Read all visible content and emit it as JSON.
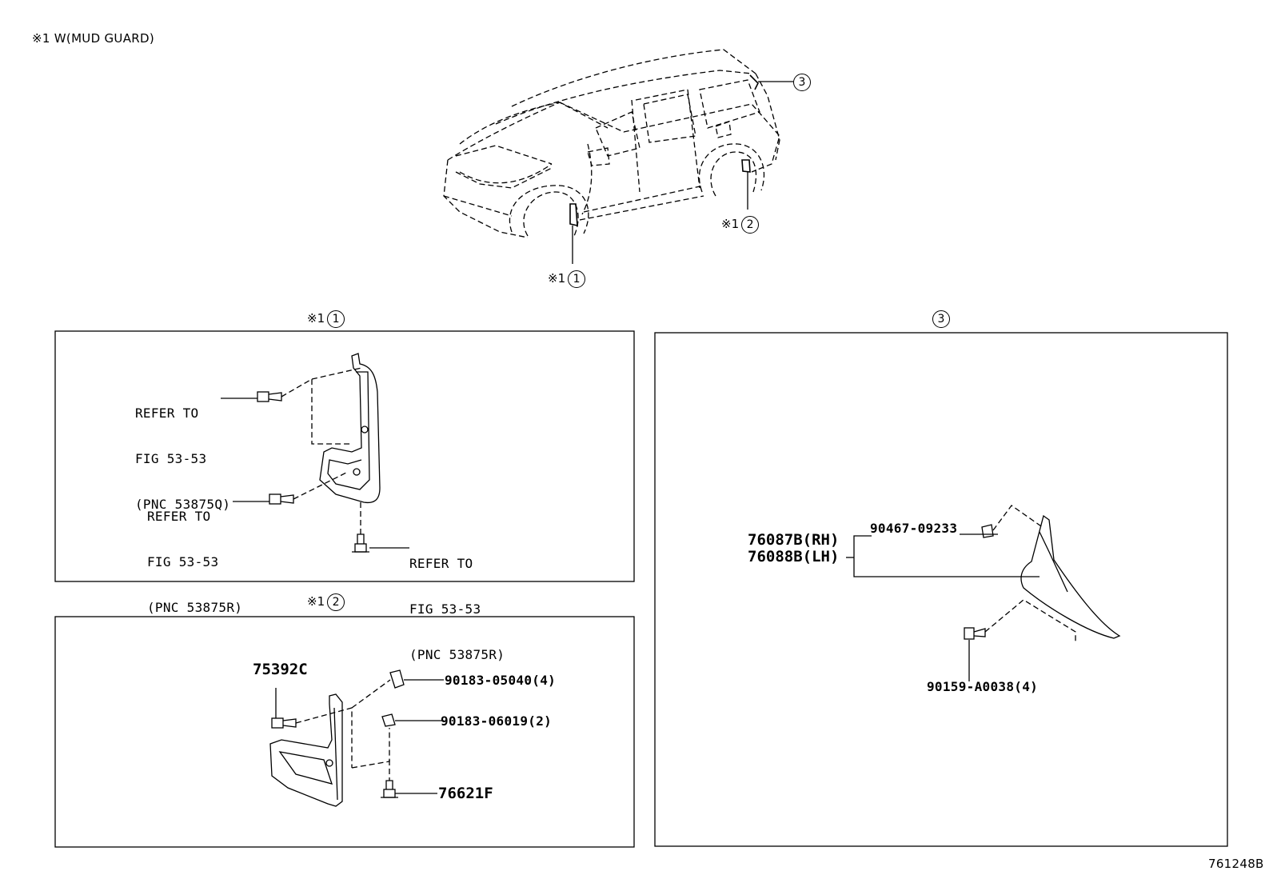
{
  "header_note": "※1 W(MUD GUARD)",
  "figure_id": "761248B",
  "overview_callouts": {
    "front": {
      "mark": "※1",
      "num": "1"
    },
    "rear": {
      "mark": "※1",
      "num": "2"
    },
    "spoiler": {
      "num": "3"
    }
  },
  "panels": {
    "p1": {
      "title_mark": "※1",
      "title_num": "1",
      "refs": [
        [
          "REFER TO",
          "FIG 53-53",
          "(PNC 53875Q)"
        ],
        [
          "REFER TO",
          "FIG 53-53",
          "(PNC 53875R)"
        ],
        [
          "REFER TO",
          "FIG 53-53",
          "(PNC 53875R)"
        ]
      ]
    },
    "p2": {
      "title_mark": "※1",
      "title_num": "2",
      "parts": {
        "mudguard": "75392C",
        "nut_clip": "90183-05040(4)",
        "clip": "90183-06019(2)",
        "screw": "76621F"
      }
    },
    "p3": {
      "title_num": "3",
      "parts": {
        "rh": "76087B(RH)",
        "lh": "76088B(LH)",
        "clip": "90467-09233",
        "screw": "90159-A0038(4)"
      }
    }
  }
}
